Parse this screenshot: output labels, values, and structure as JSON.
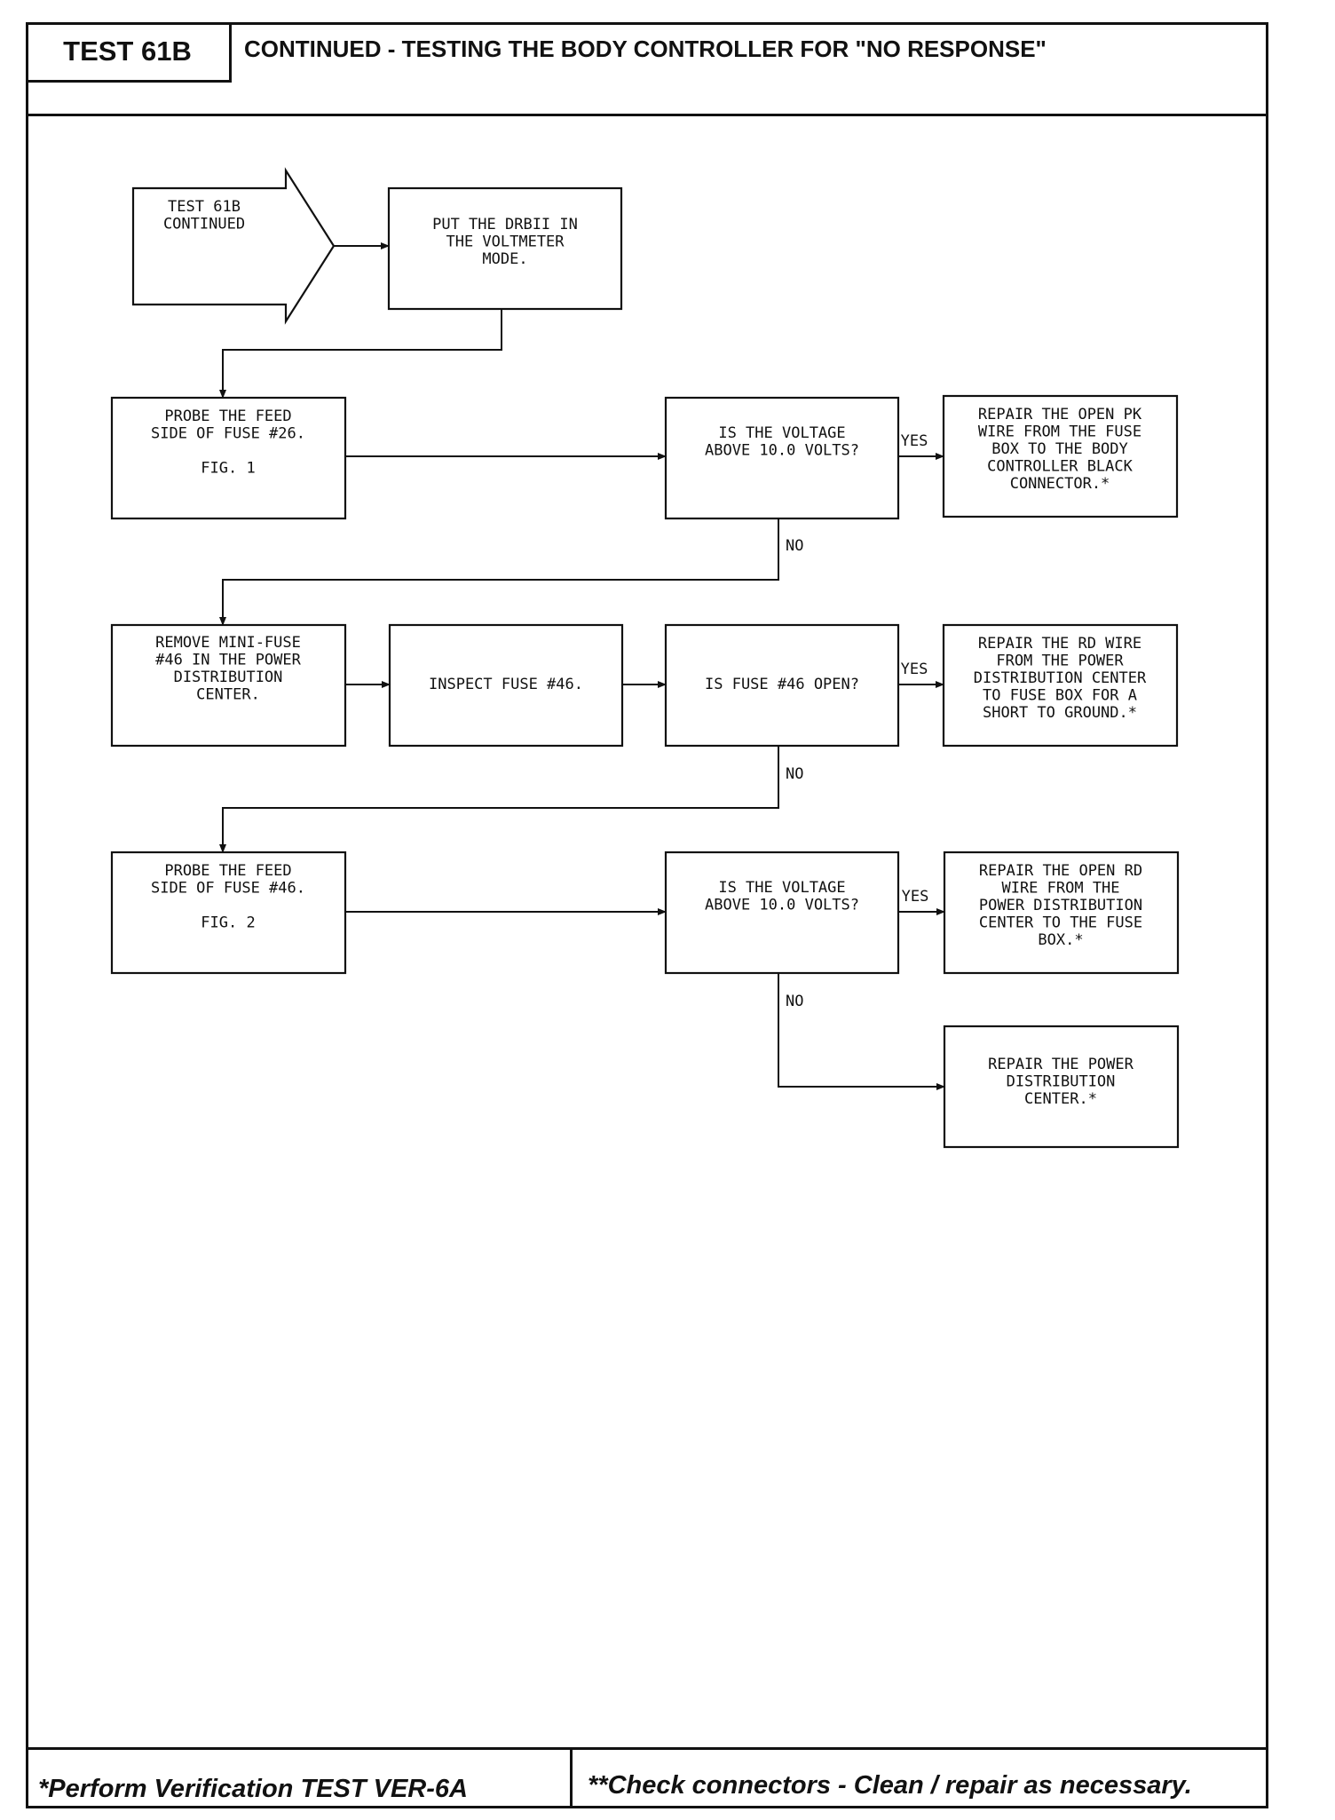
{
  "header": {
    "test_id": "TEST 61B",
    "title": "CONTINUED - TESTING THE BODY CONTROLLER FOR \"NO RESPONSE\""
  },
  "flowchart": {
    "start": {
      "lines": [
        "TEST 61B",
        "CONTINUED"
      ]
    },
    "step_put_drbii": {
      "lines": [
        "PUT THE DRBII IN",
        "THE VOLTMETER",
        "MODE."
      ]
    },
    "step_probe_26": {
      "lines": [
        "PROBE THE FEED",
        "SIDE OF FUSE #26.",
        "",
        "FIG. 1"
      ]
    },
    "decision_voltage_1": {
      "lines": [
        "IS THE VOLTAGE",
        "ABOVE 10.0 VOLTS?"
      ]
    },
    "result_repair_pk": {
      "lines": [
        "REPAIR THE OPEN PK",
        "WIRE FROM THE FUSE",
        "BOX TO THE BODY",
        "CONTROLLER BLACK",
        "CONNECTOR.*"
      ]
    },
    "step_remove_fuse": {
      "lines": [
        "REMOVE MINI-FUSE",
        "#46 IN THE POWER",
        "DISTRIBUTION",
        "CENTER."
      ]
    },
    "step_inspect_fuse": {
      "lines": [
        "INSPECT FUSE #46."
      ]
    },
    "decision_fuse_open": {
      "lines": [
        "IS FUSE #46 OPEN?"
      ]
    },
    "result_repair_rd_short": {
      "lines": [
        "REPAIR THE RD WIRE",
        "FROM THE POWER",
        "DISTRIBUTION CENTER",
        "TO FUSE BOX FOR A",
        "SHORT TO GROUND.*"
      ]
    },
    "step_probe_46": {
      "lines": [
        "PROBE THE FEED",
        "SIDE OF FUSE #46.",
        "",
        "FIG. 2"
      ]
    },
    "decision_voltage_2": {
      "lines": [
        "IS THE VOLTAGE",
        "ABOVE 10.0 VOLTS?"
      ]
    },
    "result_repair_rd_open": {
      "lines": [
        "REPAIR THE OPEN RD",
        "WIRE FROM THE",
        "POWER DISTRIBUTION",
        "CENTER TO THE FUSE",
        "BOX.*"
      ]
    },
    "result_repair_pdc": {
      "lines": [
        "REPAIR THE POWER",
        "DISTRIBUTION",
        "CENTER.*"
      ]
    },
    "labels": {
      "yes": "YES",
      "no": "NO"
    }
  },
  "footer": {
    "left_note": "*Perform Verification TEST VER-6A",
    "right_note": "**Check connectors - Clean / repair as necessary."
  }
}
